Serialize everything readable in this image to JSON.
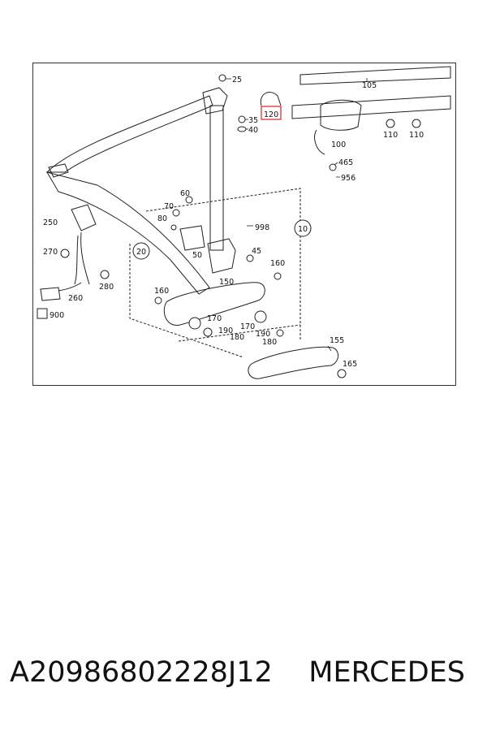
{
  "diagram": {
    "labels": {
      "p25": "25",
      "p35": "35",
      "p40": "40",
      "p100": "100",
      "p105": "105",
      "p110a": "110",
      "p110b": "110",
      "p120": "120",
      "p465": "465",
      "p956": "956",
      "p250": "250",
      "p270": "270",
      "p260": "260",
      "p280": "280",
      "p900": "900",
      "p60": "60",
      "p70": "70",
      "p80": "80",
      "p50": "50",
      "p998": "998",
      "p45": "45",
      "p10": "10",
      "p20": "20",
      "p160a": "160",
      "p160b": "160",
      "p150": "150",
      "p170a": "170",
      "p170b": "170",
      "p190a": "190",
      "p190b": "190",
      "p180a": "180",
      "p180b": "180",
      "p155": "155",
      "p165": "165"
    },
    "highlight_color": "#d9231f"
  },
  "caption": {
    "part_number": "A20986802228J12",
    "brand": "MERCEDES"
  }
}
